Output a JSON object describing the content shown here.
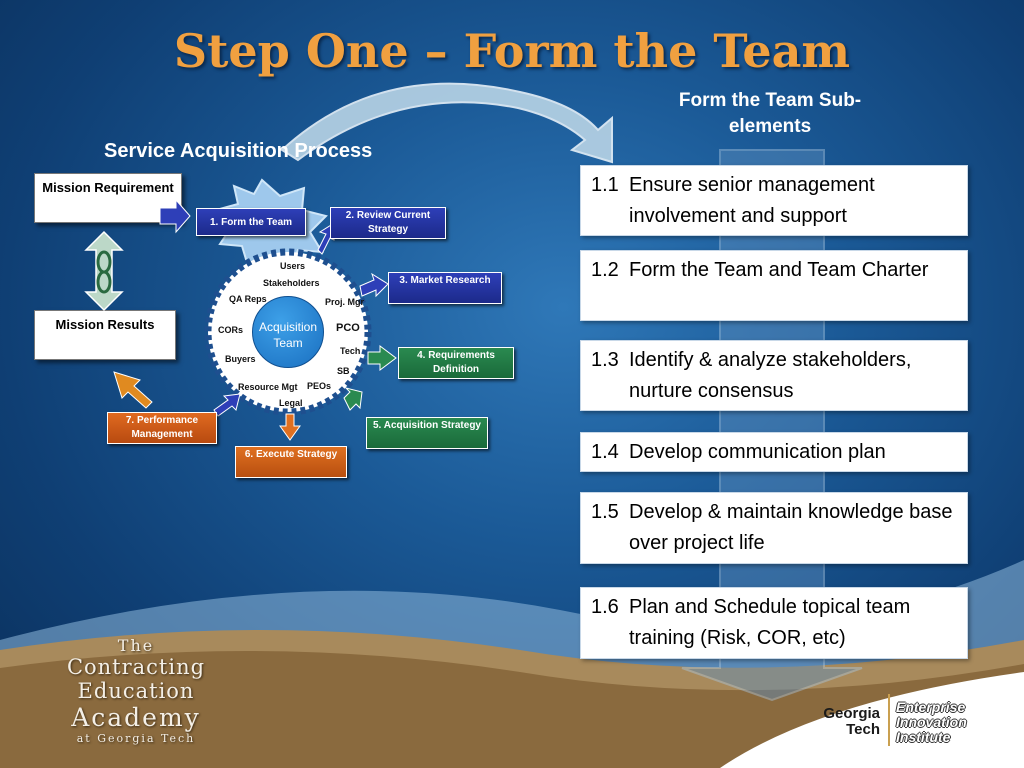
{
  "slide": {
    "title": "Step One – Form the Team",
    "sub_elements_heading": "Form the Team Sub-elements",
    "process_heading": "Service Acquisition Process"
  },
  "process": {
    "mission_requirement": "Mission Requirement",
    "mission_results": "Mission Results",
    "steps": [
      "1.  Form the Team",
      "2.  Review Current Strategy",
      "3.  Market Research",
      "4.  Requirements Definition",
      "5.  Acquisition Strategy",
      "6.  Execute Strategy",
      "7.  Performance Management"
    ],
    "team_core": "Acquisition Team",
    "team_members": [
      "Users",
      "Stakeholders",
      "QA Reps",
      "Proj.  Mgr",
      "CORs",
      "PCO",
      "Tech",
      "Buyers",
      "SB",
      "Resource Mgt",
      "PEOs",
      "Legal"
    ]
  },
  "sub_elements": [
    {
      "num": "1.1",
      "text": "Ensure senior management involvement and support"
    },
    {
      "num": "1.2",
      "text": "Form the Team and Team Charter"
    },
    {
      "num": "1.3",
      "text": "Identify & analyze stakeholders, nurture consensus"
    },
    {
      "num": "1.4",
      "text": "Develop communication plan"
    },
    {
      "num": "1.5",
      "text": "Develop & maintain knowledge base over project life"
    },
    {
      "num": "1.6",
      "text": "Plan and Schedule topical team training (Risk, COR, etc)"
    }
  ],
  "footer": {
    "academy": [
      "The",
      "Contracting",
      "Education",
      "Academy",
      "at Georgia Tech"
    ],
    "gt": [
      "Georgia",
      "Tech"
    ],
    "eii": [
      "Enterprise",
      "Innovation",
      "Institute"
    ]
  },
  "colors": {
    "title": "#f0a040",
    "step_blue": "#2637a8",
    "step_green": "#227a45",
    "step_orange": "#d0601a"
  },
  "icons": [
    "chain-link-icon",
    "starburst-icon",
    "curved-arrow-icon",
    "down-chevron-arrow-icon"
  ]
}
